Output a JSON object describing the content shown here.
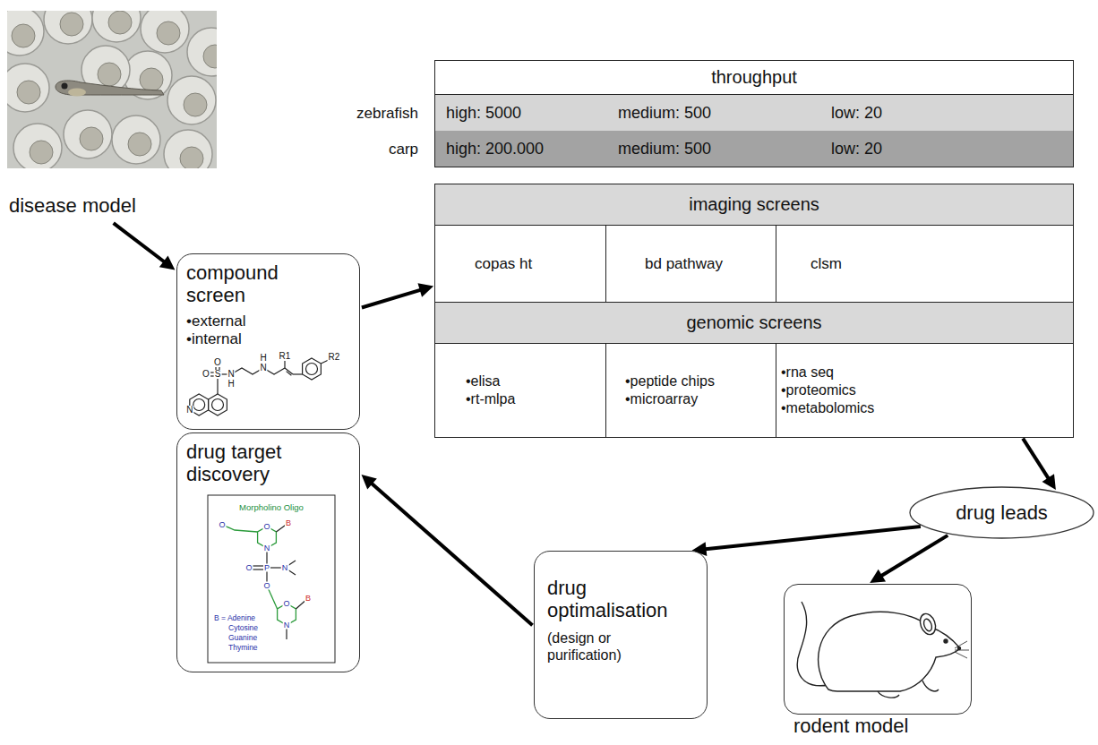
{
  "diagram": {
    "nodes": [
      {
        "text": [
          "disease model"
        ]
      },
      {
        "text": [
          "throughput",
          "high: 5000",
          "medium: 500",
          "low: 20",
          "high: 200.000",
          "medium: 500",
          "low: 20"
        ]
      },
      {
        "text": [
          "imaging screens",
          "copas ht",
          "bd pathway",
          "clsm",
          "genomic screens",
          "•elisa",
          "•rt-mlpa",
          "•peptide chips",
          "•microarray",
          "•rna seq",
          "•proteomics",
          "•metabolomics"
        ]
      },
      {
        "text": [
          "compound screen",
          "•external",
          "•internal"
        ]
      },
      {
        "text": [
          "drug target discovery"
        ]
      },
      {
        "text": [
          "drug leads"
        ]
      },
      {
        "text": [
          "drug optimalisation",
          "(design or purification)"
        ]
      },
      {
        "text": [
          "rodent model"
        ]
      }
    ],
    "edges": [
      {
        "from": 0,
        "to": 3,
        "arrow": "to"
      },
      {
        "from": 3,
        "to": 2,
        "arrow": "to"
      },
      {
        "from": 2,
        "to": 5,
        "arrow": "to"
      },
      {
        "from": 5,
        "to": 6,
        "arrow": "to"
      },
      {
        "from": 5,
        "to": 7,
        "arrow": "to"
      },
      {
        "from": 6,
        "to": 4,
        "arrow": "to"
      }
    ],
    "labels": [
      "zebrafish",
      "carp",
      "O",
      "S",
      "O",
      "N",
      "H",
      "N",
      "H",
      "R1",
      "R2",
      "N",
      "Morpholino Oligo",
      "O",
      "O",
      "B",
      "N",
      "O",
      "P",
      "N",
      "O",
      "O",
      "B",
      "N",
      "B = Adenine",
      "Cytosine",
      "Guanine",
      "Thymine"
    ]
  }
}
